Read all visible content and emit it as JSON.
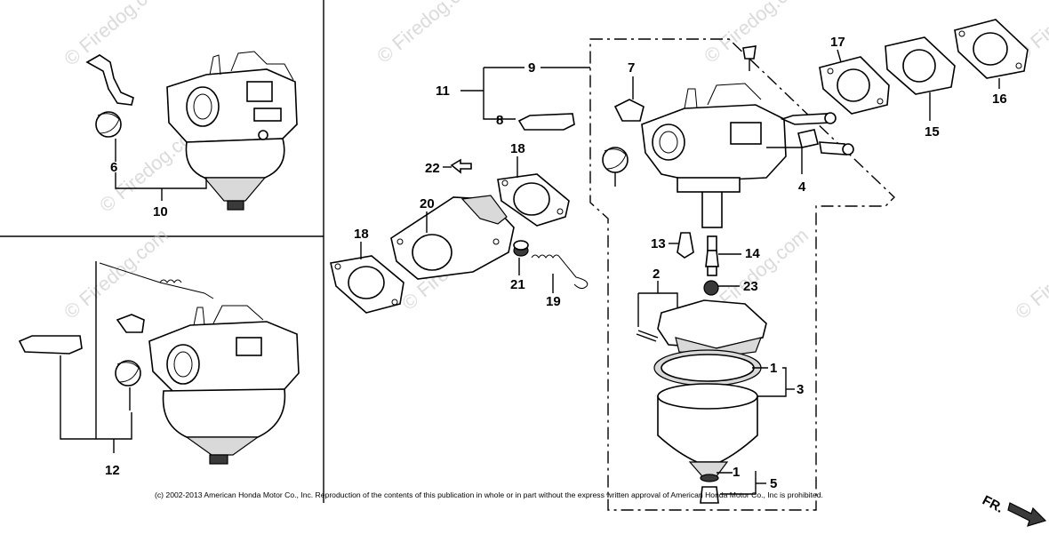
{
  "watermark": "© Firedog.com",
  "copyright": "(c) 2002-2013 American Honda Motor Co., Inc. Reproduction of the contents of this publication in whole or in part without the express written approval of American Honda Motor Co., Inc is prohibited.",
  "direction_label": "FR.",
  "callouts": {
    "c1a": "1",
    "c1b": "1",
    "c2": "2",
    "c3": "3",
    "c4": "4",
    "c5": "5",
    "c6": "6",
    "c7": "7",
    "c8": "8",
    "c9": "9",
    "c10": "10",
    "c11": "11",
    "c12": "12",
    "c13": "13",
    "c14": "14",
    "c15": "15",
    "c16": "16",
    "c17": "17",
    "c18a": "18",
    "c18b": "18",
    "c19": "19",
    "c20": "20",
    "c21": "21",
    "c22": "22",
    "c23": "23"
  }
}
